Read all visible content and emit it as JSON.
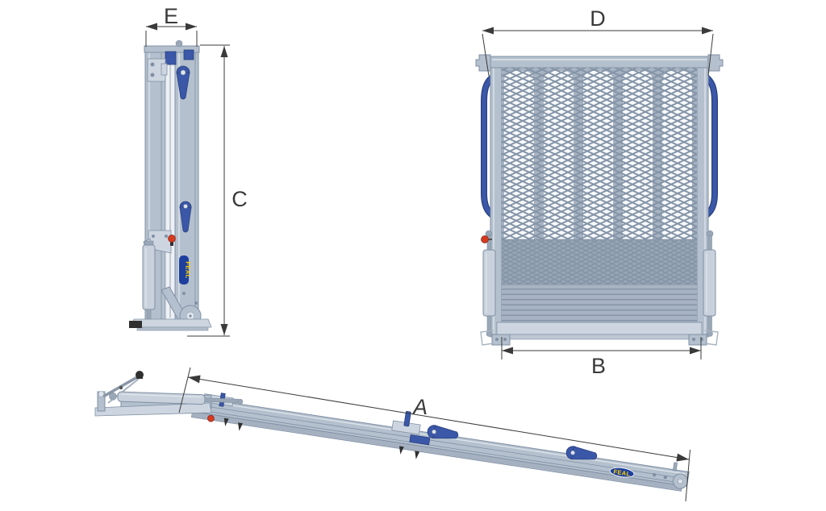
{
  "dimension_labels": {
    "a": "A",
    "b": "B",
    "c": "C",
    "d": "D",
    "e": "E"
  },
  "brand": {
    "logo_text": "FEAL",
    "logo_bg": "#1d3f9e",
    "logo_fg": "#ffd200"
  },
  "colors": {
    "background": "#ffffff",
    "dim_line": "#3a3a3a",
    "label_text": "#3a3a3a",
    "ramp_fill": "#b4c0cd",
    "ramp_edge": "#8090a4",
    "ramp_light": "#dde4eb",
    "mesh_bg": "#a7b3c2",
    "mesh_line": "#8494a7",
    "mesh_dense_bg": "#97a5b5",
    "panel_white": "#f7f9fb",
    "plate_light": "#cdd6e0",
    "accent_blue": "#3b57a8",
    "accent_blue_dark": "#29407f",
    "knob_red": "#d53a20",
    "strut_fill": "#c8d1dc",
    "metal_gray": "#9aa7b6",
    "dark_part": "#303030"
  }
}
